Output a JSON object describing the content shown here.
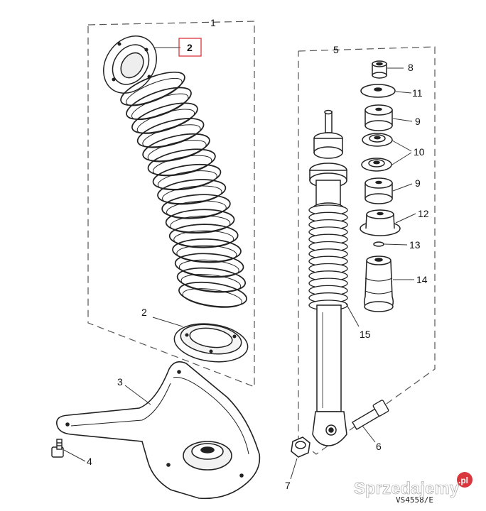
{
  "diagram": {
    "callouts": {
      "c1": "1",
      "c2_top": "2",
      "c2_bottom": "2",
      "c3": "3",
      "c4": "4",
      "c5": "5",
      "c6": "6",
      "c7": "7",
      "c8": "8",
      "c9_top": "9",
      "c9_bottom": "9",
      "c10": "10",
      "c11": "11",
      "c12": "12",
      "c13": "13",
      "c14": "14",
      "c15": "15"
    },
    "reference_code": "VS4558/E",
    "highlight_color": "#d9363e"
  },
  "watermark": {
    "text": "Sprzedajemy",
    "suffix": ".pl",
    "badge_color": "#d9363e"
  }
}
